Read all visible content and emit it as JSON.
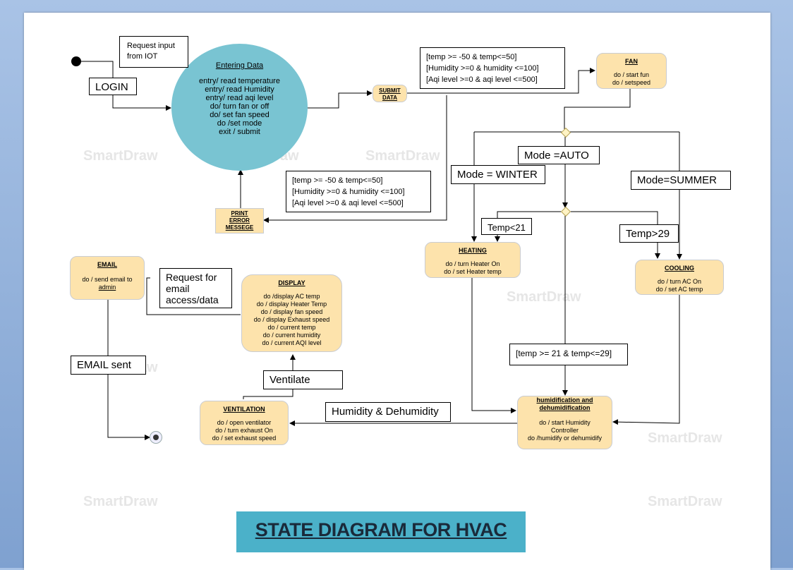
{
  "title": "STATE DIAGRAM FOR  HVAC",
  "watermark": "SmartDraw",
  "annotations": {
    "request_input": [
      "Request input",
      "from IOT"
    ],
    "login": "LOGIN",
    "mode_auto": "Mode =AUTO",
    "mode_winter": "Mode = WINTER",
    "mode_summer": "Mode=SUMMER",
    "temp_lt": "Temp<21",
    "temp_gt": "Temp>29",
    "temp_mid": "[temp >= 21 & temp<=29]",
    "request_email": [
      "Request for",
      "email",
      "access/data"
    ],
    "email_sent": "EMAIL sent",
    "ventilate": "Ventilate",
    "humidity_dehumidity": "Humidity & Dehumidity"
  },
  "conditions": {
    "valid": [
      "[temp >= -50 & temp<=50]",
      "[Humidity >=0 & humidity <=100]",
      "[Aqi level >=0 & aqi level <=500]"
    ],
    "invalid": [
      "[temp >= -50 & temp<=50]",
      "[Humidity >=0 & humidity <=100]",
      "[Aqi level >=0 & aqi level <=500]"
    ]
  },
  "states": {
    "entering": {
      "title": "Entering Data",
      "actions": [
        "entry/ read temperature",
        "entry/ read Humidity",
        "entry/ read aqi level",
        "do/ turn fan or off",
        "do/ set fan speed",
        "do /set mode",
        "exit / submit"
      ]
    },
    "submit": {
      "title": [
        "SUBMIT",
        "DATA"
      ]
    },
    "print_error": {
      "title": [
        "PRINT",
        "ERROR",
        "MESSEGE"
      ]
    },
    "fan": {
      "title": "FAN",
      "actions": [
        "do / start fun",
        "do / setspeed"
      ]
    },
    "heating": {
      "title": "HEATING",
      "actions": [
        "do / turn Heater On",
        "do / set Heater temp"
      ]
    },
    "cooling": {
      "title": "COOLING",
      "actions": [
        "do / turn AC On",
        "do / set AC temp"
      ]
    },
    "humid": {
      "title": [
        "humidification and",
        "dehumidification"
      ],
      "actions": [
        "do / start Humidity",
        "Controller",
        "do /humidify or dehumidify"
      ]
    },
    "ventilation": {
      "title": "VENTILATION",
      "actions": [
        "do / open ventilator",
        "do / turn exhaust  On",
        "do / set exhaust  speed"
      ]
    },
    "display": {
      "title": "DISPLAY",
      "actions": [
        "do /display AC temp",
        "do / display Heater Temp",
        "do / display fan speed",
        "do / display Exhaust speed",
        "do / current temp",
        "do / current humidity",
        "do / current AQI level"
      ]
    },
    "email": {
      "title": "EMAIL",
      "actions": [
        "do / send email to",
        "admin"
      ]
    }
  },
  "colors": {
    "state_fill": "#fde3ac",
    "entering_fill": "#79c4d2",
    "title_fill": "#4bb1c9"
  }
}
